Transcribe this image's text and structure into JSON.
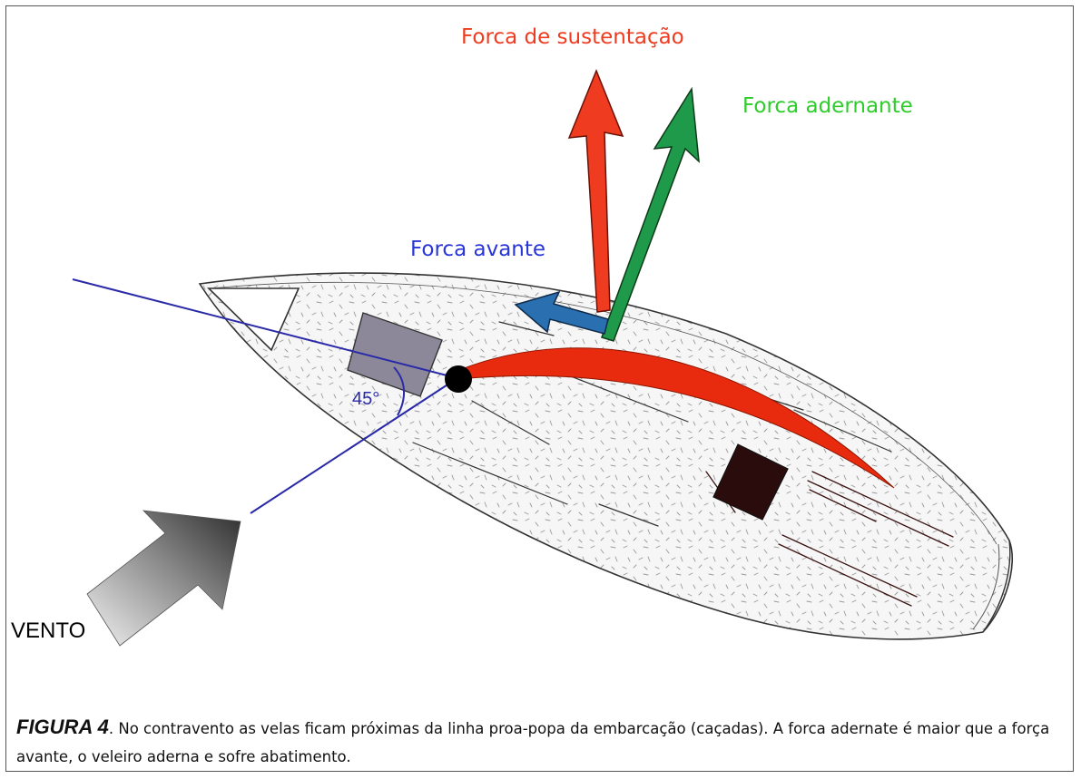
{
  "labels": {
    "sustentacao": "Forca de sustentação",
    "adernante": "Forca adernante",
    "avante": "Forca avante",
    "angle": "45°",
    "vento": "VENTO"
  },
  "caption": {
    "figure": "FIGURA 4",
    "text": ". No contravento as velas ficam próximas da linha proa-popa da embarcação (caçadas). A forca adernate é maior que a força avante, o veleiro aderna e sofre abatimento."
  },
  "colors": {
    "sustentacao": "#ef3b1f",
    "adernante": "#1f9a4a",
    "avante": "#2a6fb0",
    "wind_line": "#2a2aa8",
    "sail": "#e82a0e"
  }
}
